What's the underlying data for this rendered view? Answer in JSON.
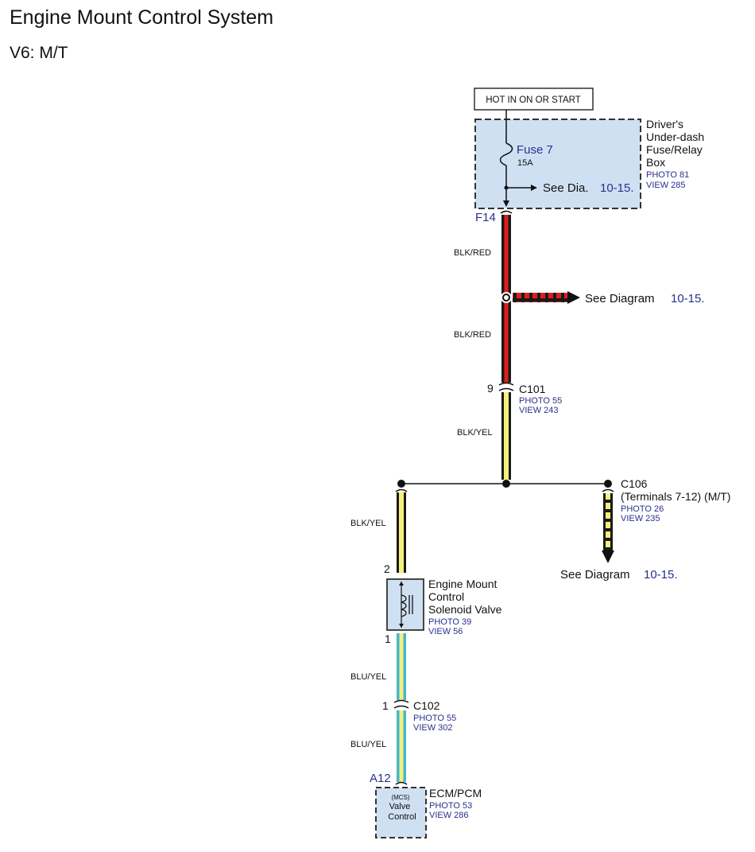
{
  "header": {
    "title": "Engine Mount Control System",
    "subtitle": "V6: M/T"
  },
  "power_source": {
    "label": "HOT IN ON OR START"
  },
  "fuse_box": {
    "name_lines": [
      "Driver's",
      "Under-dash",
      "Fuse/Relay",
      "Box"
    ],
    "photo": "PHOTO 81",
    "view": "VIEW 285",
    "fuse_label": "Fuse 7",
    "fuse_rating": "15A",
    "see_text": "See Dia.",
    "see_ref": "10-15.",
    "terminal": "F14"
  },
  "wires": {
    "w1": "BLK/RED",
    "w2": "BLK/RED",
    "w3": "BLK/YEL",
    "w4": "BLK/YEL",
    "w5": "BLU/YEL",
    "w6": "BLU/YEL"
  },
  "splice_ref": {
    "text": "See Diagram",
    "ref": "10-15."
  },
  "c101": {
    "pin": "9",
    "name": "C101",
    "photo": "PHOTO 55",
    "view": "VIEW 243"
  },
  "c106": {
    "name": "C106",
    "detail": "(Terminals 7-12) (M/T)",
    "photo": "PHOTO 26",
    "view": "VIEW 235",
    "see_text": "See Diagram",
    "see_ref": "10-15."
  },
  "solenoid": {
    "pin_top": "2",
    "pin_bottom": "1",
    "name_lines": [
      "Engine Mount",
      "Control",
      "Solenoid Valve"
    ],
    "photo": "PHOTO 39",
    "view": "VIEW 56"
  },
  "c102": {
    "pin": "1",
    "name": "C102",
    "photo": "PHOTO 55",
    "view": "VIEW 302"
  },
  "ecm": {
    "terminal": "A12",
    "inner_lines": [
      "(MCS)",
      "Valve",
      "Control"
    ],
    "name": "ECM/PCM",
    "photo": "PHOTO 53",
    "view": "VIEW 286"
  },
  "colors": {
    "box_fill": "#cfe0f2",
    "blk": "#1a1a1a",
    "red": "#e01e1e",
    "yel": "#f5f07a",
    "blu": "#46b6cf",
    "link_blue": "#2b2f8f"
  }
}
